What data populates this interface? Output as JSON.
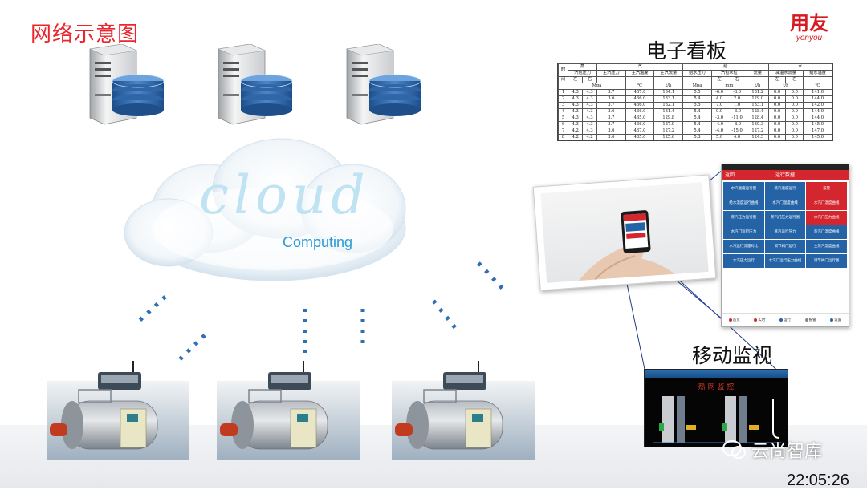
{
  "page": {
    "title": "网络示意图",
    "time": "22:05:26"
  },
  "logo": {
    "cn": "用友",
    "en": "yonyou"
  },
  "cloud": {
    "script": "cloud",
    "text": "Computing"
  },
  "kanban": {
    "title": "电子看板",
    "header_groups": [
      "蒸",
      "汽",
      "给",
      "水"
    ],
    "header_row1": [
      "时",
      "汽包压力",
      "主汽压力",
      "主汽温度",
      "主汽流量",
      "给水压力",
      "汽包水位",
      "流量",
      "减温水流量",
      "给水温度"
    ],
    "header_row2": [
      "间",
      "左",
      "右",
      "",
      "",
      "",
      "",
      "左",
      "右",
      "",
      "左",
      "右",
      ""
    ],
    "units": [
      "",
      "Mpa",
      "",
      "℃",
      "t/h",
      "Mpa",
      "mm",
      "",
      "t/h",
      "t/h",
      "",
      "℃"
    ],
    "rows": [
      [
        "1",
        "4.3",
        "4.3",
        "3.7",
        "437.0",
        "134.1",
        "5.5",
        "-6.0",
        "-8.0",
        "131.2",
        "0.0",
        "0.0",
        "141.0"
      ],
      [
        "2",
        "4.3",
        "4.3",
        "3.6",
        "436.0",
        "133.1",
        "5.4",
        "4.0",
        "2.0",
        "129.0",
        "0.0",
        "0.0",
        "144.0"
      ],
      [
        "3",
        "4.3",
        "4.3",
        "3.7",
        "436.0",
        "132.1",
        "5.5",
        "7.0",
        "1.0",
        "133.1",
        "0.0",
        "0.0",
        "142.0"
      ],
      [
        "4",
        "4.3",
        "4.3",
        "3.6",
        "436.0",
        "131.4",
        "5.4",
        "0.0",
        "-3.0",
        "128.4",
        "0.0",
        "0.0",
        "144.0"
      ],
      [
        "5",
        "4.3",
        "4.3",
        "3.7",
        "435.0",
        "129.8",
        "5.4",
        "-3.0",
        "-11.0",
        "128.4",
        "0.0",
        "0.0",
        "144.0"
      ],
      [
        "6",
        "4.3",
        "4.3",
        "3.7",
        "436.0",
        "127.9",
        "5.4",
        "-4.0",
        "-8.0",
        "130.3",
        "0.0",
        "0.0",
        "145.0"
      ],
      [
        "7",
        "4.2",
        "4.3",
        "3.6",
        "437.0",
        "127.2",
        "5.4",
        "-4.0",
        "-15.0",
        "127.2",
        "0.0",
        "0.0",
        "147.0"
      ],
      [
        "8",
        "4.2",
        "4.2",
        "3.6",
        "435.0",
        "125.6",
        "5.3",
        "5.0",
        "4.0",
        "124.3",
        "0.0",
        "0.0",
        "145.0"
      ]
    ]
  },
  "phone": {
    "back": "返回",
    "header": "运行数据",
    "tiles": [
      {
        "label": "水汽温度运行图",
        "red": false
      },
      {
        "label": "蒸汽温度运行",
        "red": false
      },
      {
        "label": "报警",
        "red": true
      },
      {
        "label": "给水温度运行曲线",
        "red": false
      },
      {
        "label": "水汽门温度曲线",
        "red": false
      },
      {
        "label": "水汽门温度曲线",
        "red": true
      },
      {
        "label": "蒸汽压力运行图",
        "red": false
      },
      {
        "label": "蒸汽门压力运行图",
        "red": false
      },
      {
        "label": "水汽门压力曲线",
        "red": true
      },
      {
        "label": "水汽门运行压力",
        "red": false
      },
      {
        "label": "蒸汽运行压力",
        "red": false
      },
      {
        "label": "蒸汽门温度曲线",
        "red": false
      },
      {
        "label": "水汽运行流量对比",
        "red": false
      },
      {
        "label": "调节阀门运行",
        "red": false
      },
      {
        "label": "主蒸汽温度曲线",
        "red": false
      },
      {
        "label": "水汽压力运行",
        "red": false
      },
      {
        "label": "水汽门运行压力曲线",
        "red": false
      },
      {
        "label": "调节阀门运行图",
        "red": false
      }
    ],
    "footer": [
      {
        "label": "首页",
        "color": "#d4262e"
      },
      {
        "label": "实时",
        "color": "#d4262e"
      },
      {
        "label": "运行",
        "color": "#2363a6"
      },
      {
        "label": "报警",
        "color": "#888888"
      },
      {
        "label": "设置",
        "color": "#2363a6"
      }
    ]
  },
  "mobile_label": "移动监视",
  "monitor": {
    "title": "热 网 监 控"
  },
  "watermark": "云尚智库",
  "colors": {
    "accent_red": "#e8262c",
    "server_blue": "#2a5d9f",
    "dots": "#2f6fb3"
  }
}
